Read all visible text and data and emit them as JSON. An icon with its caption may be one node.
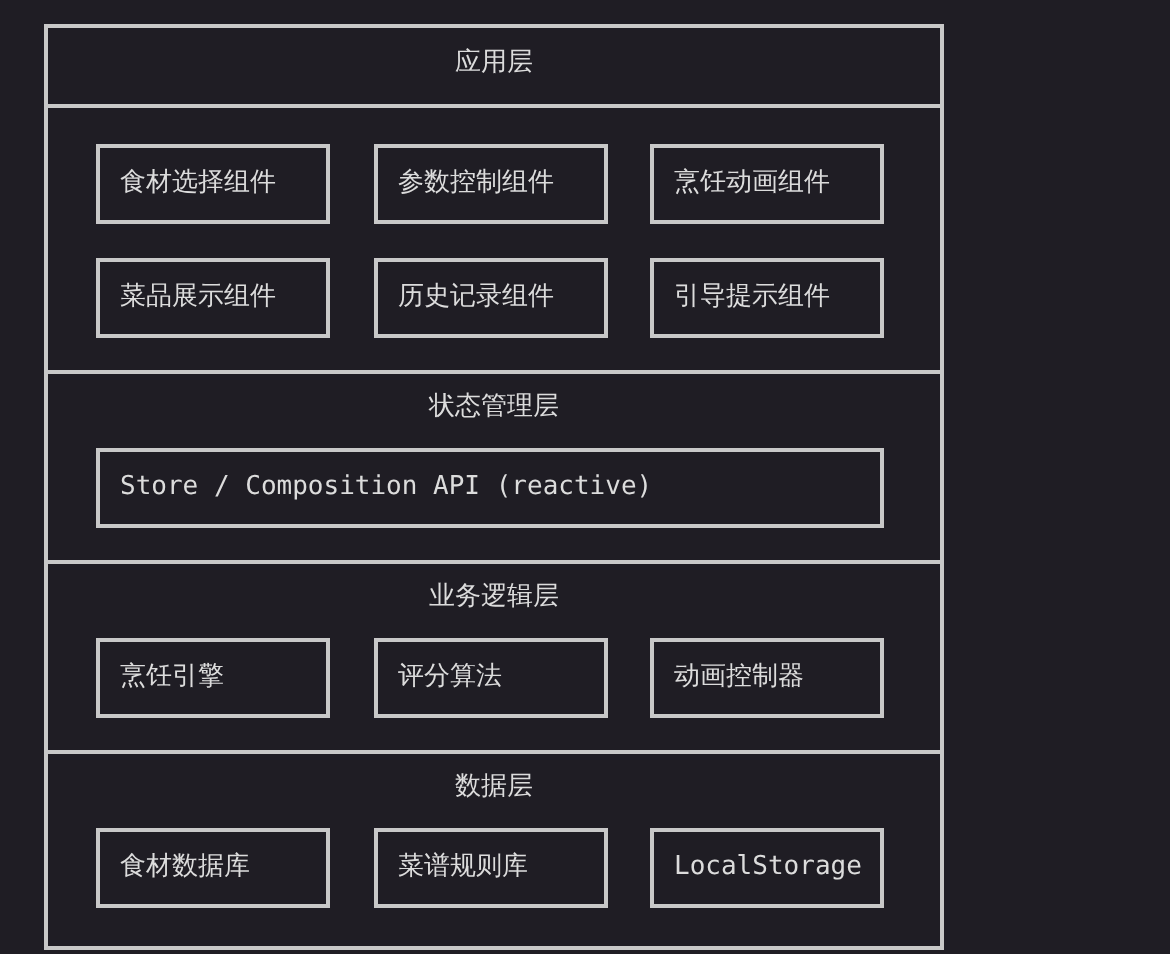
{
  "diagram": {
    "nodes": [
      {
        "text": [
          "应用层"
        ]
      },
      {
        "text": [
          "食材选择组件"
        ],
        "in": 0
      },
      {
        "text": [
          "参数控制组件"
        ],
        "in": 0
      },
      {
        "text": [
          "烹饪动画组件"
        ],
        "in": 0
      },
      {
        "text": [
          "菜品展示组件"
        ],
        "in": 0
      },
      {
        "text": [
          "历史记录组件"
        ],
        "in": 0
      },
      {
        "text": [
          "引导提示组件"
        ],
        "in": 0
      },
      {
        "text": [
          "状态管理层"
        ]
      },
      {
        "text": [
          "Store / Composition API (reactive)"
        ],
        "in": 7
      },
      {
        "text": [
          "业务逻辑层"
        ]
      },
      {
        "text": [
          "烹饪引擎"
        ],
        "in": 9
      },
      {
        "text": [
          "评分算法"
        ],
        "in": 9
      },
      {
        "text": [
          "动画控制器"
        ],
        "in": 9
      },
      {
        "text": [
          "数据层"
        ]
      },
      {
        "text": [
          "食材数据库"
        ],
        "in": 13
      },
      {
        "text": [
          "菜谱规则库"
        ],
        "in": 13
      },
      {
        "text": [
          "LocalStorage"
        ],
        "in": 13
      }
    ]
  }
}
